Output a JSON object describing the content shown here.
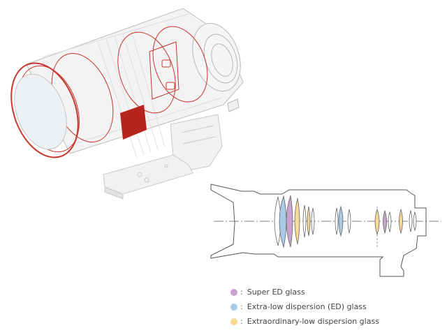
{
  "diagram": {
    "legend": [
      {
        "color": "#c9a2cf",
        "label": "Super ED glass"
      },
      {
        "color": "#a9cbe8",
        "label": "Extra-low dispersion (ED) glass"
      },
      {
        "color": "#f6d898",
        "label": "Extraordinary-low dispersion glass"
      }
    ],
    "colors": {
      "accent_red": "#c8372d",
      "outline": "#555555",
      "housing": "#bdbdbd"
    }
  }
}
